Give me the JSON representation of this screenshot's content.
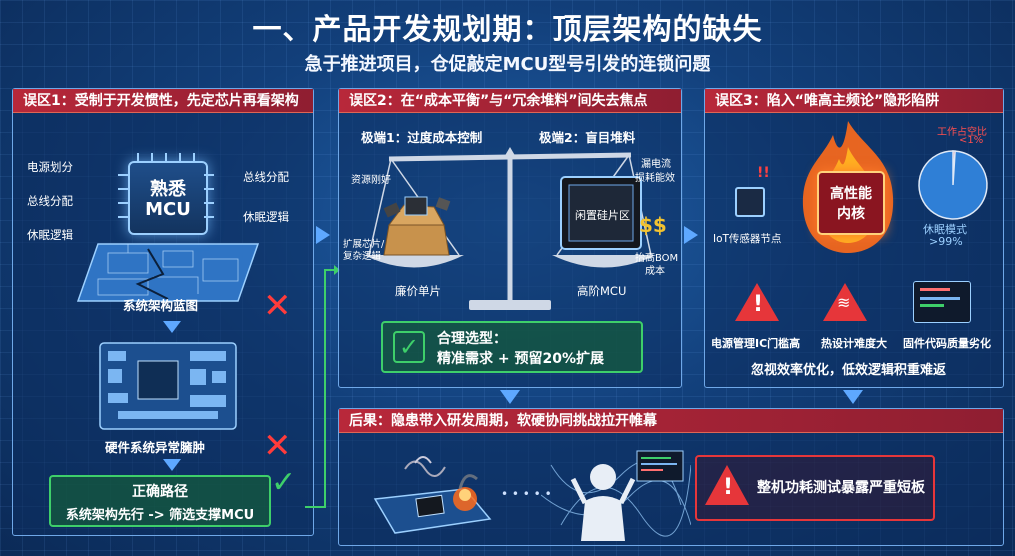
{
  "title": "一、产品开发规划期：顶层架构的缺失",
  "subtitle": "急于推进项目，仓促敲定MCU型号引发的连锁问题",
  "panel1": {
    "header": "误区1：受制于开发惯性，先定芯片再看架构",
    "chip_label_line1": "熟悉",
    "chip_label_line2": "MCU",
    "labels": [
      "电源划分",
      "总线分配",
      "休眠逻辑",
      "总线分配",
      "休眠逻辑"
    ],
    "blueprint_caption": "系统架构蓝图",
    "board_caption": "硬件系统异常臃肿",
    "correct_title": "正确路径",
    "correct_text": "系统架构先行 -> 筛选支撑MCU"
  },
  "panel2": {
    "header": "误区2：在“成本平衡”与“冗余堆料”间失去焦点",
    "left_title": "极端1：过度成本控制",
    "right_title": "极端2：盲目堆料",
    "left_note1": "资源刚好",
    "left_note2": "扩展芯片/复杂逻辑",
    "left_caption": "廉价单片",
    "right_chip_label": "闲置硅片区",
    "right_note1": "漏电流",
    "right_note2": "损耗能效",
    "right_note3": "抬高BOM",
    "right_note4": "成本",
    "right_caption": "高阶MCU",
    "solution_title": "合理选型：",
    "solution_text": "精准需求 + 预留20%扩展"
  },
  "panel3": {
    "header": "误区3：陷入“唯高主频论”隐形陷阱",
    "core_line1": "高性能",
    "core_line2": "内核",
    "iot_label": "IoT传感器节点",
    "pie_work_label": "工作占空比",
    "pie_work_value": "<1%",
    "pie_sleep_label": "休眠模式",
    "pie_sleep_value": ">99%",
    "warn1": "电源管理IC门槛高",
    "warn2": "热设计难度大",
    "warn3": "固件代码质量劣化",
    "footer": "忽视效率优化，低效逻辑积重难返"
  },
  "panel4": {
    "header": "后果：隐患带入研发周期，软硬协同挑战拉开帷幕",
    "dots": "• • • • •",
    "alert_text": "整机功耗测试暴露严重短板"
  },
  "chart_data": {
    "type": "pie",
    "series": [
      {
        "name": "工作占空比",
        "value": 1
      },
      {
        "name": "休眠模式",
        "value": 99
      }
    ]
  },
  "colors": {
    "alert_red": "#e6363a",
    "ok_green": "#3ecf6a",
    "panel_border": "#6fa8e8"
  }
}
